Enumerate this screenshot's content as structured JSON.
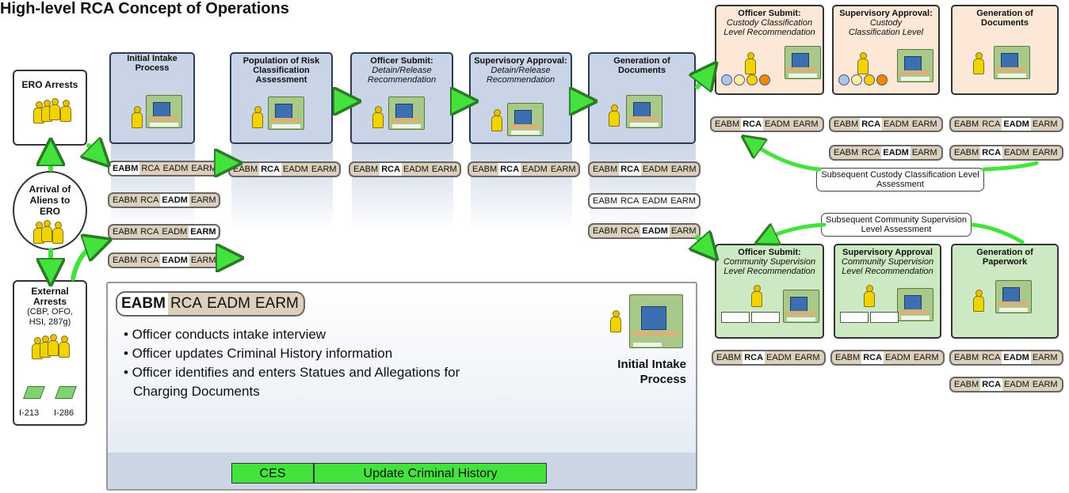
{
  "title": "High-level RCA Concept of Operations",
  "segments": [
    "EABM",
    "RCA",
    "EADM",
    "EARM"
  ],
  "side": {
    "ero_arrests": "ERO Arrests",
    "arrival": "Arrival of Aliens to ERO",
    "external": "External Arrests",
    "external_sub": "(CBP, OFO, HSI, 287g)",
    "doc1": "I-213",
    "doc2": "I-286"
  },
  "stages": [
    {
      "title": "Initial Intake Process",
      "sub": ""
    },
    {
      "title": "Population of Risk Classification Assessment",
      "sub": ""
    },
    {
      "title": "Officer Submit:",
      "sub": "Detain/Release Recommendation"
    },
    {
      "title": "Supervisory Approval:",
      "sub": "Detain/Release Recommendation"
    },
    {
      "title": "Generation of Documents",
      "sub": ""
    }
  ],
  "custody": [
    {
      "title": "Officer Submit:",
      "sub": "Custody Classification Level Recommendation"
    },
    {
      "title": "Supervisory Approval:",
      "sub": "Custody Classification Level"
    },
    {
      "title": "Generation of Documents",
      "sub": ""
    }
  ],
  "community": [
    {
      "title": "Officer Submit:",
      "sub": "Community Supervision Level Recommendation"
    },
    {
      "title": "Supervisory Approval",
      "sub": "Community Supervision Level Recommendation"
    },
    {
      "title": "Generation of Paperwork",
      "sub": ""
    }
  ],
  "callouts": {
    "custody_loop": "Subsequent Custody Classification Level Assessment",
    "community_loop": "Subsequent Community Supervision Level Assessment"
  },
  "detail": {
    "bullets": [
      "• Officer conducts intake interview",
      "• Officer updates Criminal History information",
      "• Officer identifies and enters Statues and Allegations for Charging Documents"
    ],
    "process_label": "Initial Intake Process",
    "bar_left": "CES",
    "bar_right": "Update Criminal History"
  },
  "colors": {
    "arrow": "#44e23d",
    "stage_blue": "#c9d4e6",
    "stage_orange": "#fde8d8",
    "stage_green": "#cde9c3",
    "pill": "#dcd0bc"
  }
}
